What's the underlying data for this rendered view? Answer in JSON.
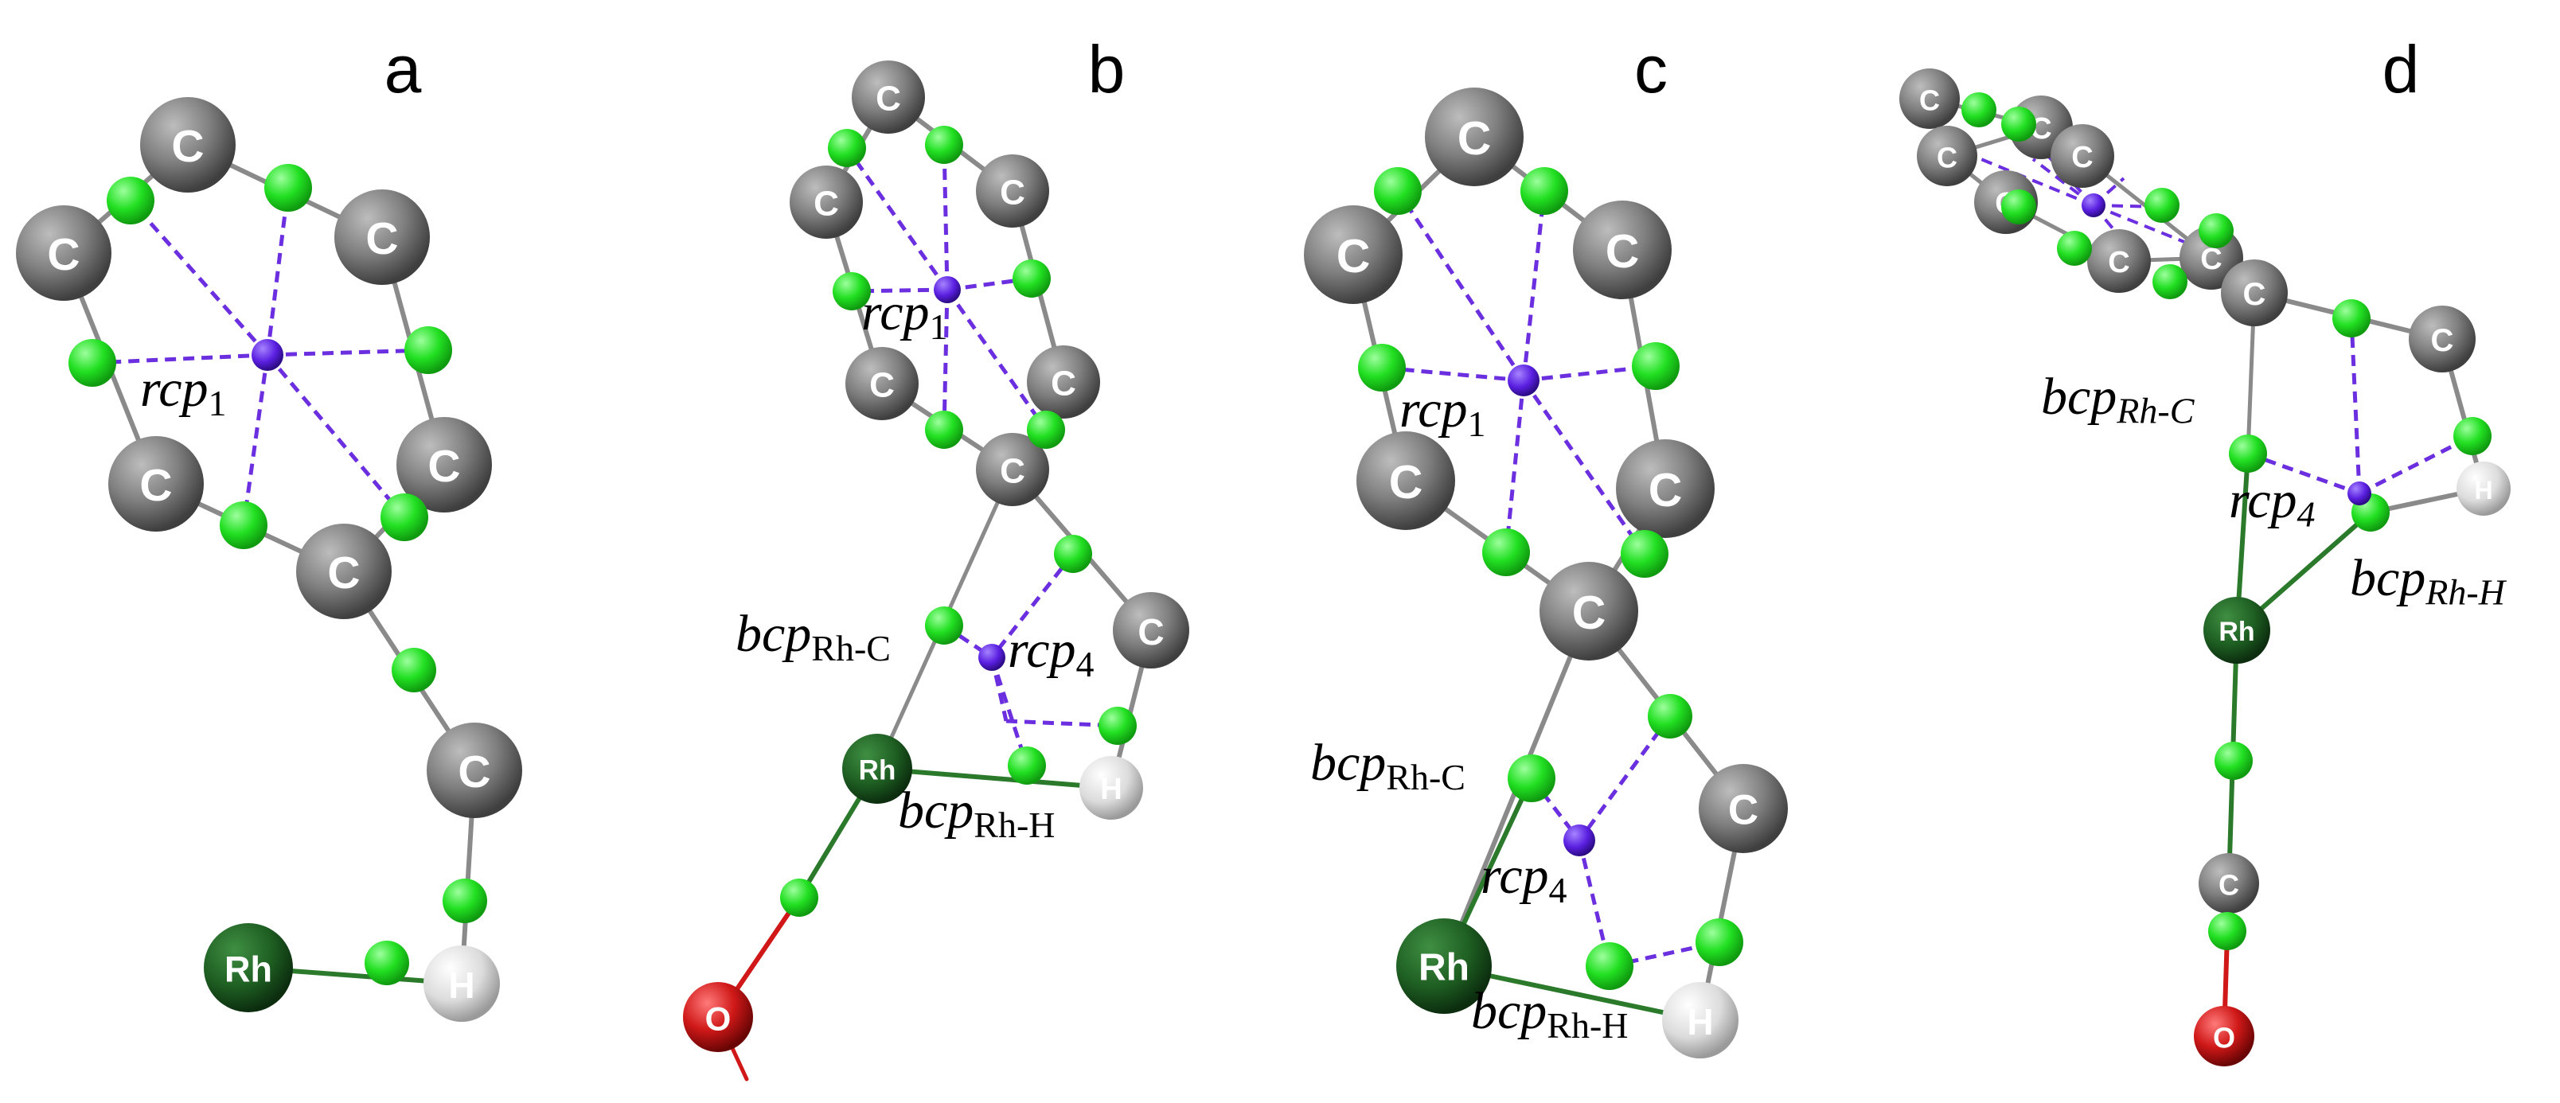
{
  "colors": {
    "carbon": "#7f7f7f",
    "rhodium": "#1e5e22",
    "hydrogen": "#e6e6e6",
    "oxygen": "#d01818",
    "bcp": "#22e022",
    "rcp": "#5a1fe0",
    "bond_path": "#8a8a8a",
    "bond_rh": "#2b7a2b",
    "bond_o": "#d01818",
    "dashed": "#6b2fe0"
  },
  "atom_symbols": {
    "carbon": "C",
    "rhodium": "Rh",
    "hydrogen": "H",
    "oxygen": "O"
  },
  "panels": [
    {
      "letter": "a",
      "labels": [
        {
          "base": "rcp",
          "sub": "1",
          "sub_style": "roman"
        }
      ]
    },
    {
      "letter": "b",
      "labels": [
        {
          "base": "rcp",
          "sub": "1",
          "sub_style": "roman"
        },
        {
          "base": "bcp",
          "sub": "Rh-C",
          "sub_style": "roman"
        },
        {
          "base": "rcp",
          "sub": "4",
          "sub_style": "roman"
        },
        {
          "base": "bcp",
          "sub": "Rh-H",
          "sub_style": "roman"
        }
      ]
    },
    {
      "letter": "c",
      "labels": [
        {
          "base": "rcp",
          "sub": "1",
          "sub_style": "roman"
        },
        {
          "base": "bcp",
          "sub": "Rh-C",
          "sub_style": "roman"
        },
        {
          "base": "rcp",
          "sub": "4",
          "sub_style": "roman"
        },
        {
          "base": "bcp",
          "sub": "Rh-H",
          "sub_style": "roman"
        }
      ]
    },
    {
      "letter": "d",
      "labels": [
        {
          "base": "bcp",
          "sub": "Rh-C",
          "sub_style": "italic"
        },
        {
          "base": "rcp",
          "sub": "4",
          "sub_style": "italic"
        },
        {
          "base": "bcp",
          "sub": "Rh-H",
          "sub_style": "italic"
        }
      ]
    }
  ]
}
